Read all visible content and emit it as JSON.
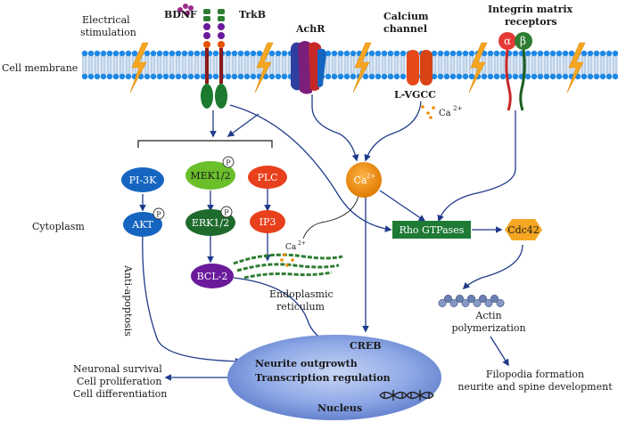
{
  "labels": {
    "bdnf": "BDNF",
    "trkb": "TrkB",
    "achr": "AchR",
    "calcium_channel_1": "Calcium",
    "calcium_channel_2": "channel",
    "integrin_1": "Integrin matrix",
    "integrin_2": "receptors",
    "electrical_1": "Electrical",
    "electrical_2": "stimulation",
    "cell_membrane": "Cell membrane",
    "lvgcc": "L-VGCC",
    "ca_outside": "Ca",
    "ca_outside_sup": "2+",
    "alpha": "α",
    "beta": "β",
    "cytoplasm": "Cytoplasm",
    "pi3k": "PI-3K",
    "akt": "AKT",
    "mek": "MEK1/2",
    "erk": "ERK1/2",
    "bcl2": "BCL-2",
    "plc": "PLC",
    "ip3": "IP3",
    "ca_center": "Ca",
    "ca_center_sup": "2+",
    "ca_er": "Ca",
    "ca_er_sup": "2+",
    "rho": "Rho GTPases",
    "cdc42": "Cdc42",
    "p": "P",
    "er_1": "Endoplasmic",
    "er_2": "reticulum",
    "anti_apoptosis": "Anti-apoptosis",
    "actin_1": "Actin",
    "actin_2": "polymerization",
    "filopodia_1": "Filopodia formation",
    "filopodia_2": "neurite and spine development",
    "creb": "CREB",
    "neurite": "Neurite outgrowth",
    "transcription": "Transcription regulation",
    "nucleus": "Nucleus",
    "outcome_1": "Neuronal survival",
    "outcome_2": "Cell proliferation",
    "outcome_3": "Cell differentiation"
  },
  "colors": {
    "arrow": "#1f3a8a",
    "membrane_head": "#1e88e5",
    "pi3k": "#1565c0",
    "mek": "#6abf2b",
    "erk": "#1f6b2e",
    "bcl2": "#6a1b9a",
    "plc": "#e8401c",
    "ca": "#f08c00",
    "rho": "#1e7a35",
    "cdc42": "#f5a623",
    "nucleus": "#6f8fd8"
  }
}
